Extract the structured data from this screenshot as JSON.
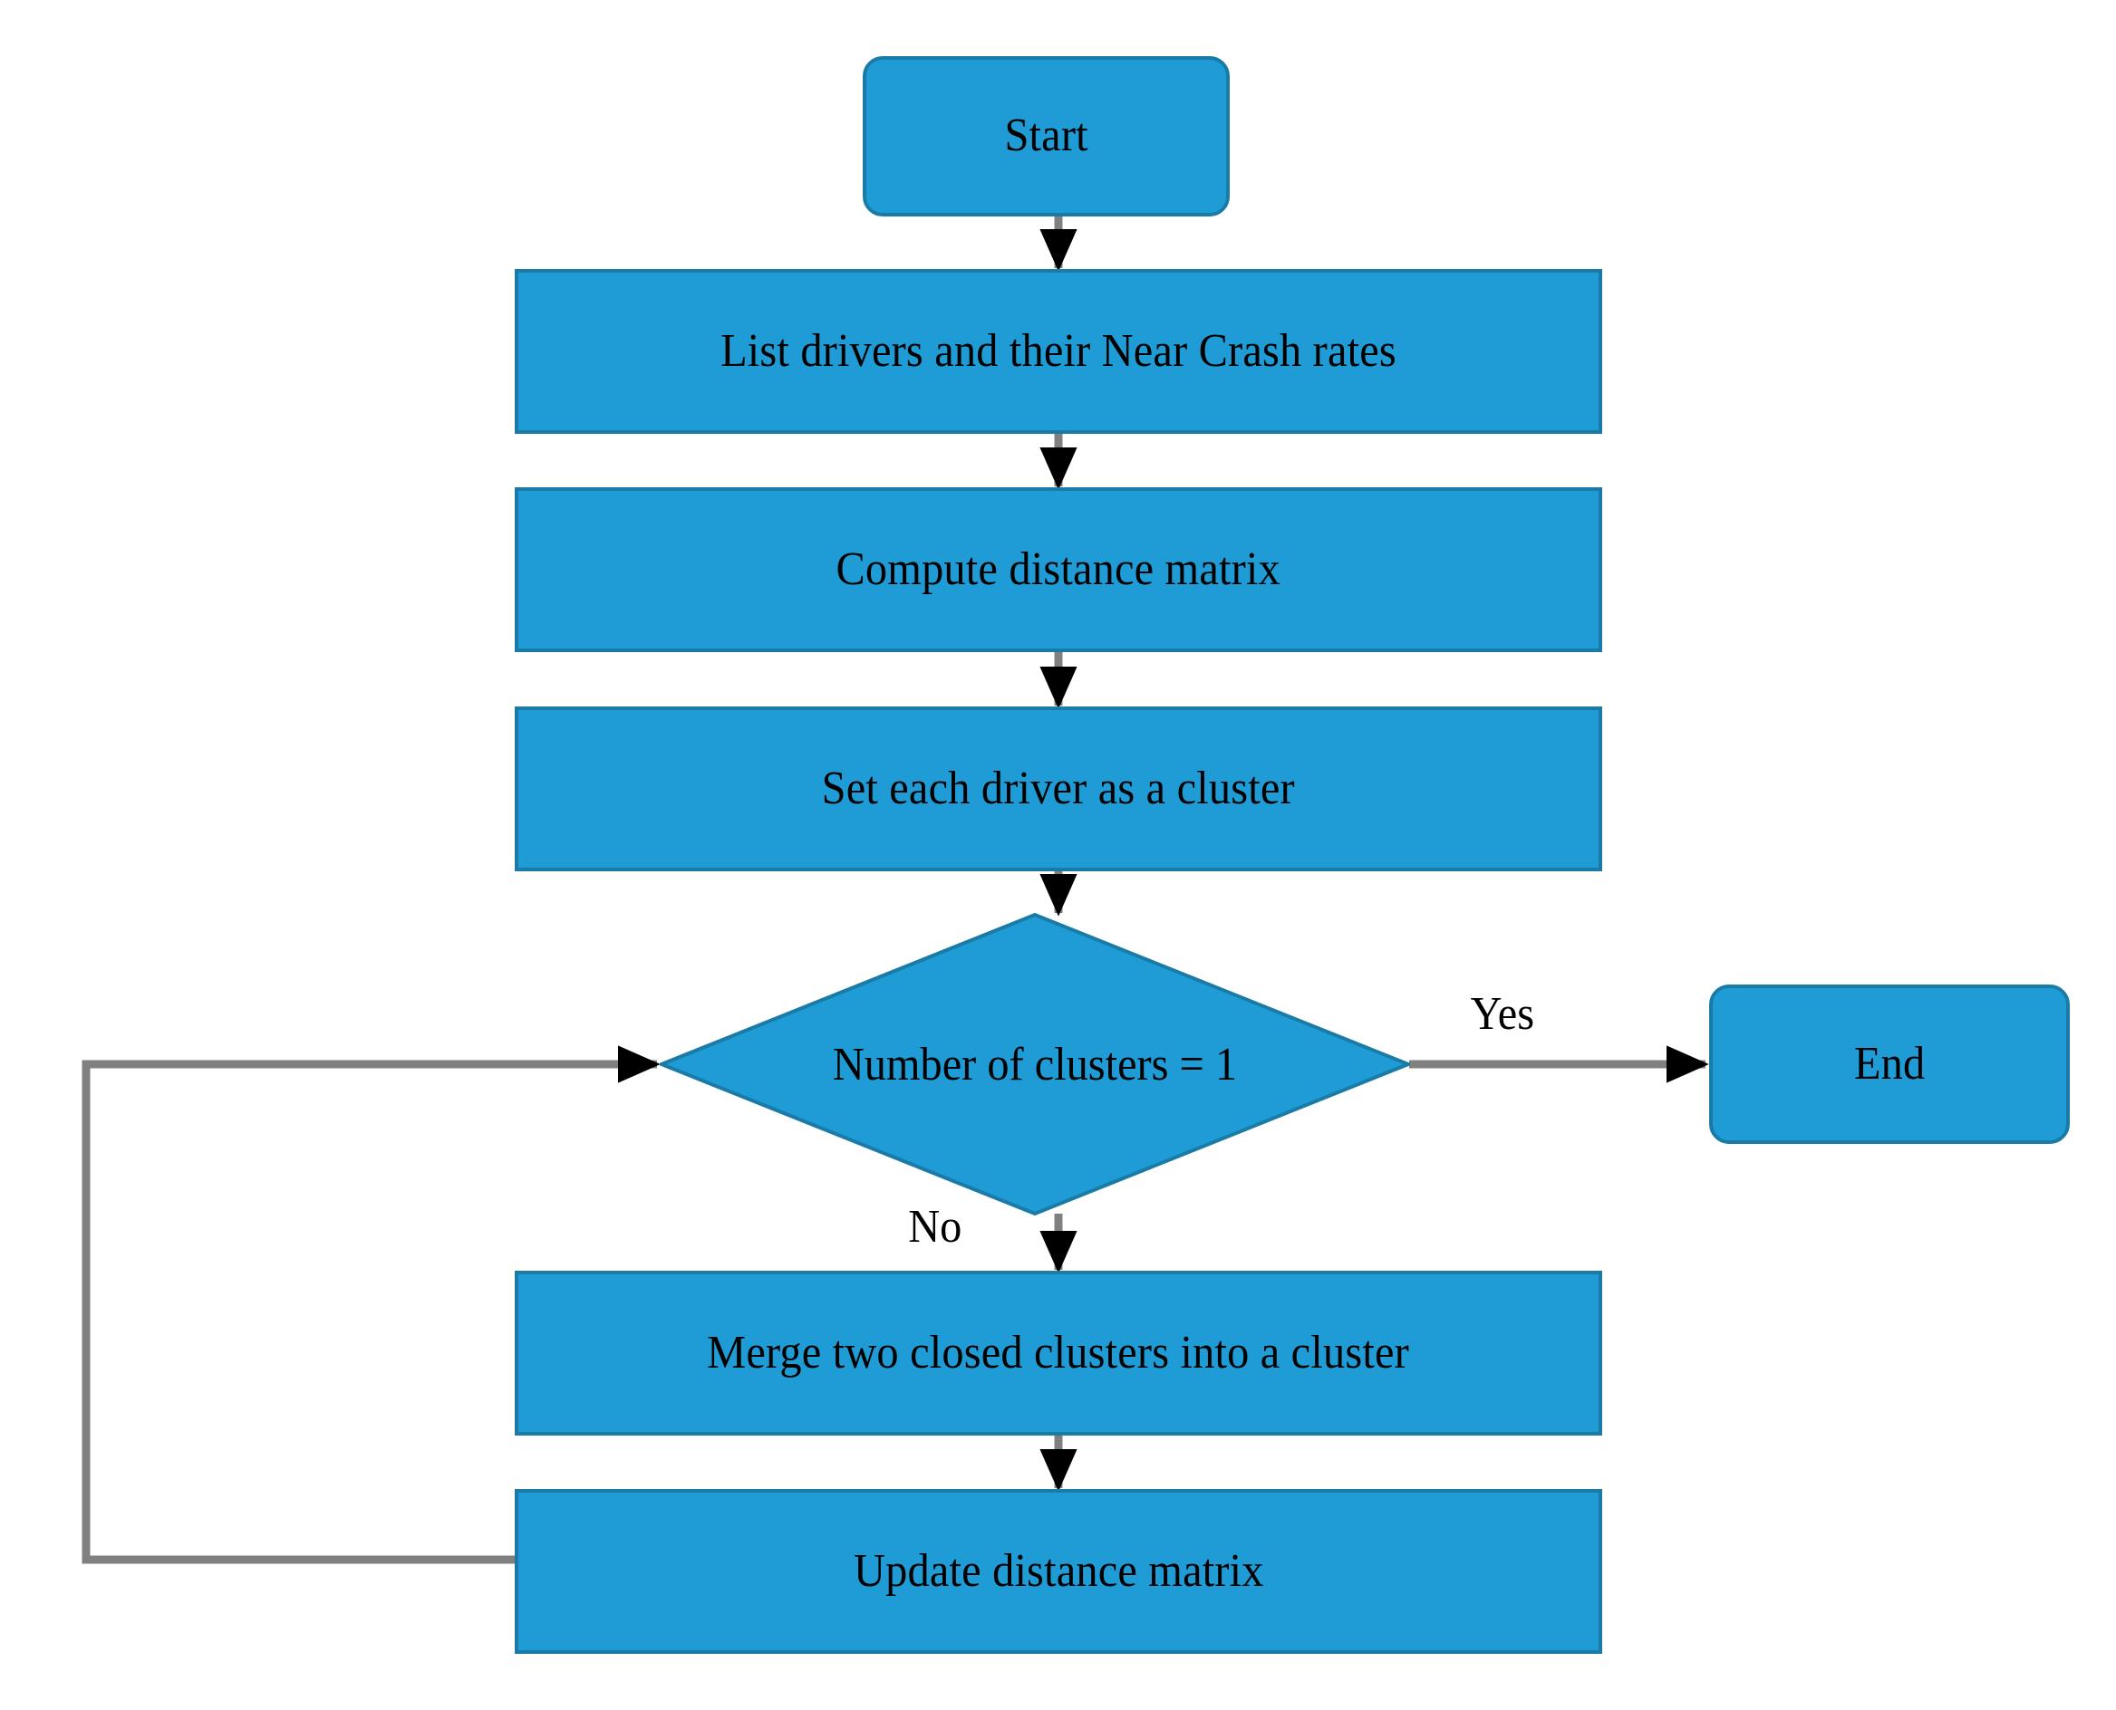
{
  "diagram": {
    "title": "Hierarchical clustering flowchart",
    "colors": {
      "node_fill": "#1F9BD5",
      "node_border": "#1A7CA6",
      "connector": "#808080",
      "arrowhead": "#000000",
      "text": "#000000",
      "background": "#FFFFFF"
    },
    "nodes": [
      {
        "id": "start",
        "shape": "terminator",
        "label": "Start"
      },
      {
        "id": "list",
        "shape": "process",
        "label": "List drivers and their Near Crash rates"
      },
      {
        "id": "compute",
        "shape": "process",
        "label": "Compute distance matrix"
      },
      {
        "id": "setcl",
        "shape": "process",
        "label": "Set each driver as a cluster"
      },
      {
        "id": "decide",
        "shape": "decision",
        "label": "Number of clusters = 1"
      },
      {
        "id": "merge",
        "shape": "process",
        "label": "Merge two closed clusters into a cluster"
      },
      {
        "id": "update",
        "shape": "process",
        "label": "Update distance matrix"
      },
      {
        "id": "end",
        "shape": "terminator",
        "label": "End"
      }
    ],
    "edge_labels": {
      "yes": "Yes",
      "no": "No"
    },
    "edges": [
      {
        "from": "start",
        "to": "list",
        "label": ""
      },
      {
        "from": "list",
        "to": "compute",
        "label": ""
      },
      {
        "from": "compute",
        "to": "setcl",
        "label": ""
      },
      {
        "from": "setcl",
        "to": "decide",
        "label": ""
      },
      {
        "from": "decide",
        "to": "end",
        "label": "Yes"
      },
      {
        "from": "decide",
        "to": "merge",
        "label": "No"
      },
      {
        "from": "merge",
        "to": "update",
        "label": ""
      },
      {
        "from": "update",
        "to": "decide",
        "label": ""
      }
    ]
  }
}
